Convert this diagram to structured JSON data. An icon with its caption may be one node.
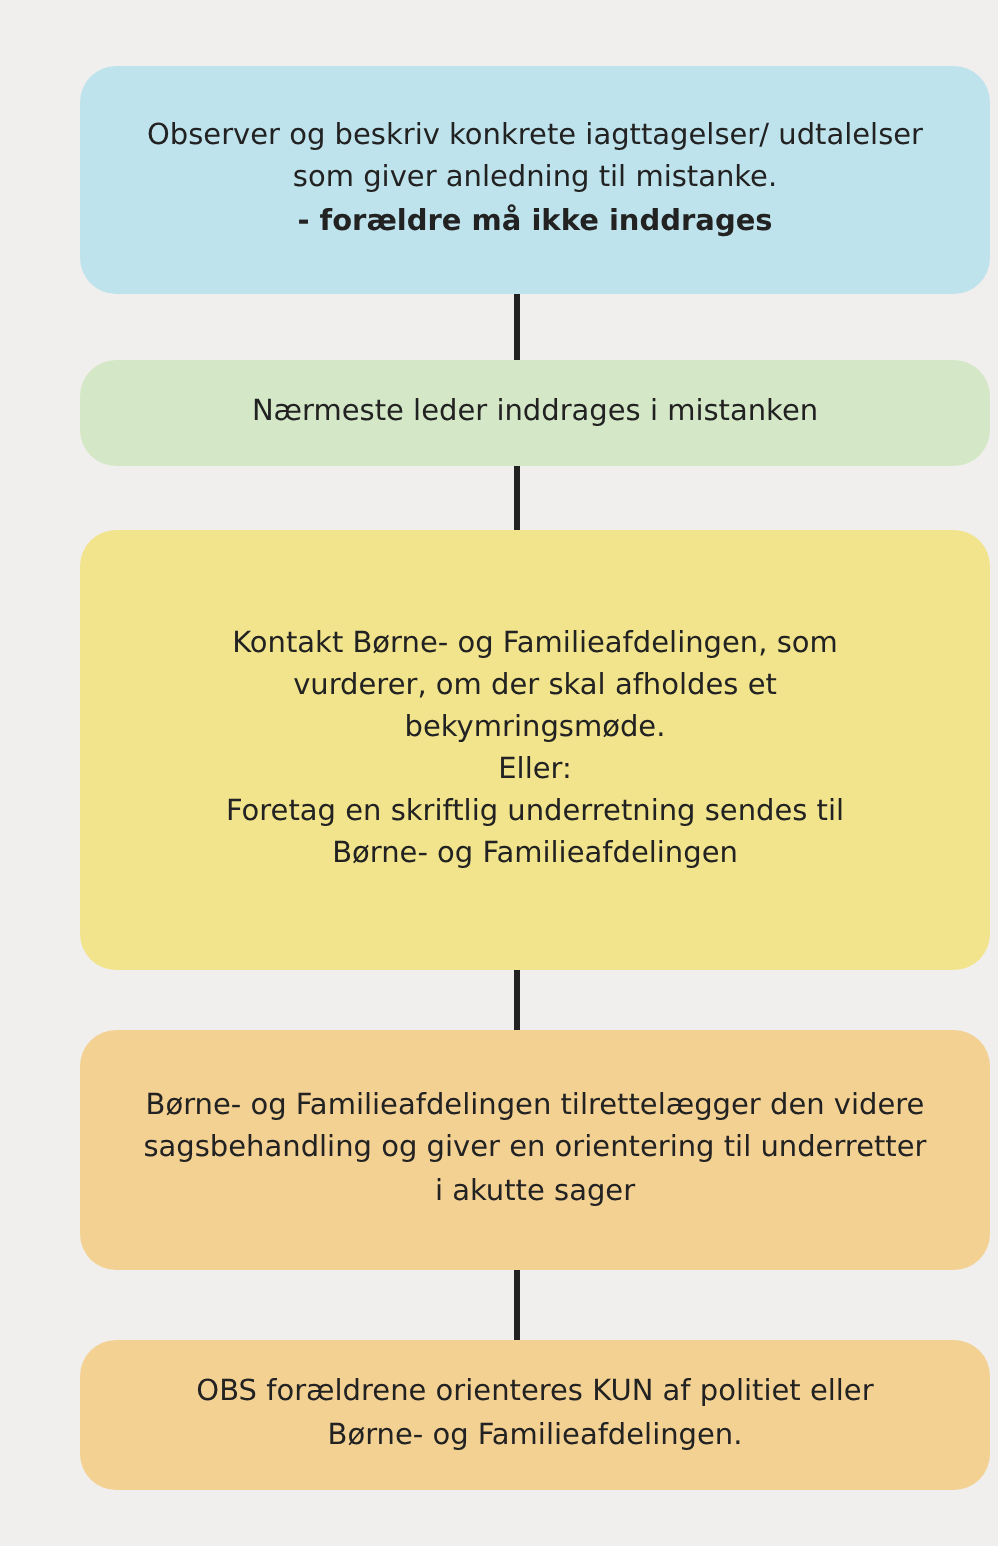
{
  "diagram": {
    "nodes": [
      {
        "text": [
          "Observer og beskriv konkrete iagttagelser/ udtalelser som giver anledning til mistanke.",
          "- forældre må ikke inddrages"
        ]
      },
      {
        "text": [
          "Nærmeste leder inddrages i mistanken"
        ]
      },
      {
        "text": [
          "Kontakt Børne- og Familieafdelingen, som vurderer, om der skal afholdes et bekymringsmøde.",
          "Eller:",
          "Foretag en skriftlig underretning sendes til Børne- og Familieafdelingen"
        ]
      },
      {
        "text": [
          "Børne- og Familieafdelingen tilrettelægger den videre sagsbehandling og giver en orientering til underretter i akutte sager"
        ]
      },
      {
        "text": [
          "OBS forældrene orienteres KUN af politiet eller Børne- og Familieafdelingen."
        ]
      }
    ],
    "edges": [
      {
        "from": 0,
        "to": 1,
        "arrow": "none"
      },
      {
        "from": 1,
        "to": 2,
        "arrow": "none"
      },
      {
        "from": 2,
        "to": 3,
        "arrow": "none"
      },
      {
        "from": 3,
        "to": 4,
        "arrow": "none"
      }
    ]
  }
}
